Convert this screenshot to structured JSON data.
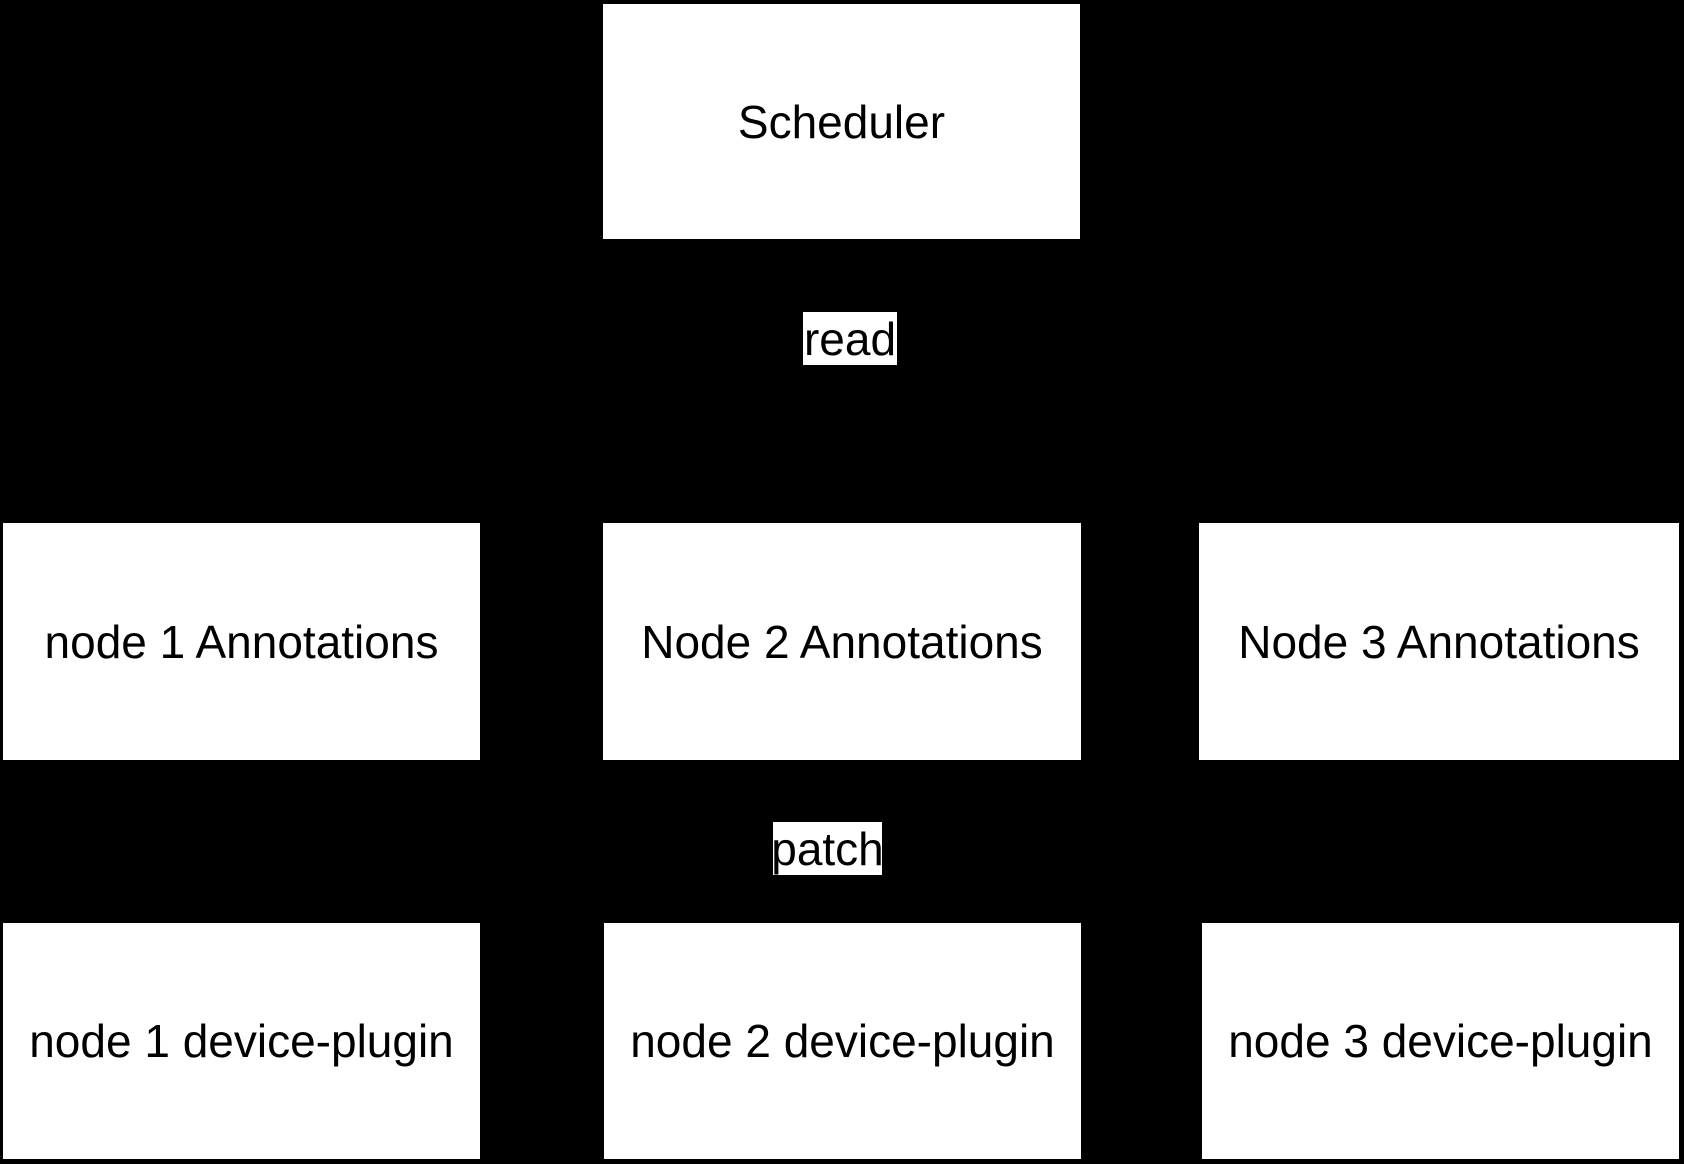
{
  "colors": {
    "background": "#000000",
    "node_fill": "#ffffff",
    "node_text": "#000000"
  },
  "nodes": {
    "scheduler": {
      "label": "Scheduler"
    },
    "node1_annotations": {
      "label": "node 1 Annotations"
    },
    "node2_annotations": {
      "label": "Node 2 Annotations"
    },
    "node3_annotations": {
      "label": "Node 3 Annotations"
    },
    "node1_device_plugin": {
      "label": "node 1 device-plugin"
    },
    "node2_device_plugin": {
      "label": "node 2 device-plugin"
    },
    "node3_device_plugin": {
      "label": "node 3 device-plugin"
    }
  },
  "edge_labels": {
    "read": "read",
    "patch": "patch"
  }
}
